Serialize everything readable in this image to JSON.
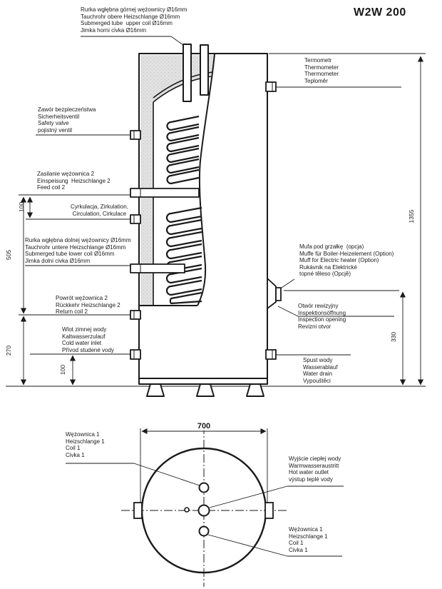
{
  "title": "W2W 200",
  "colors": {
    "line": "#1a1a1a",
    "insulation": "#e2e2e2"
  },
  "side_view": {
    "labels": {
      "top_tube": "Rurka wgłębna górnej wężownicy Ø16mm\nTauchrohr obere Heizschlange Ø16mm\nSubmerged tube  upper coil Ø16mm\nJimka horni civka Ø16mm",
      "thermometer": "Termometr\nThermometer\nThermometer\nTeploměr",
      "safety_valve": "Zawór bezpieczeństwa\nSicherheitsventil\nSafety valve\npojistný ventil",
      "feed_coil2": "Zasilanie wężownica 2\nEinspeisung  Heizschlange 2\nFeed coil 2",
      "circulation": "Cyrkulacja, Zirkulation,\nCirculation, Cirkulace",
      "lower_tube": "Rurka wgłębna dolnej wężownicy Ø16mm\nTauchrohr untere Heizschlange Ø16mm\nSubmerged tube lower coil Ø16mm\nJimka dolni civka Ø16mm",
      "heater_muff": "Mufa pod grzałkę  (opcja)\nMuffe für Boiler-Heizelement (Option)\nMuff for Electric heater (Option)\nRukávnik na Elektrické\ntopné těleso (Opcjě)",
      "return_coil2": "Powrót wężownica 2\nRückkehr Heizschlange 2\nReturn coil 2",
      "inspection": "Otwór rewizyjny\nInspektionsöffnung\nInspection opening\nRevizni otvor",
      "cold_water": "Wlot zimnej wody\nKaltwasserzulauf\nCold water inlet\nPřívod studené vody",
      "drain": "Spust wody\nWasserablauf\nWater drain\nVypouštěci"
    },
    "dimensions": {
      "total_height": "1355",
      "heater_height": "330",
      "coil_span": "505",
      "lower_span": "270",
      "gap_top": "100",
      "gap_bottom": "100"
    }
  },
  "bottom_view": {
    "labels": {
      "coil1_top": "Wężownica 1\nHeizschlange 1\nCoil 1\nCivka 1",
      "hot_water": "Wyjście ciepłej wody\nWarmwasseraustritt\nHot water outlet\nvýstup teplé vody",
      "coil1_bottom": "Wężownica 1\nHeizschlange 1\nCoil 1\nCivka 1"
    },
    "dimensions": {
      "diameter": "700"
    }
  }
}
